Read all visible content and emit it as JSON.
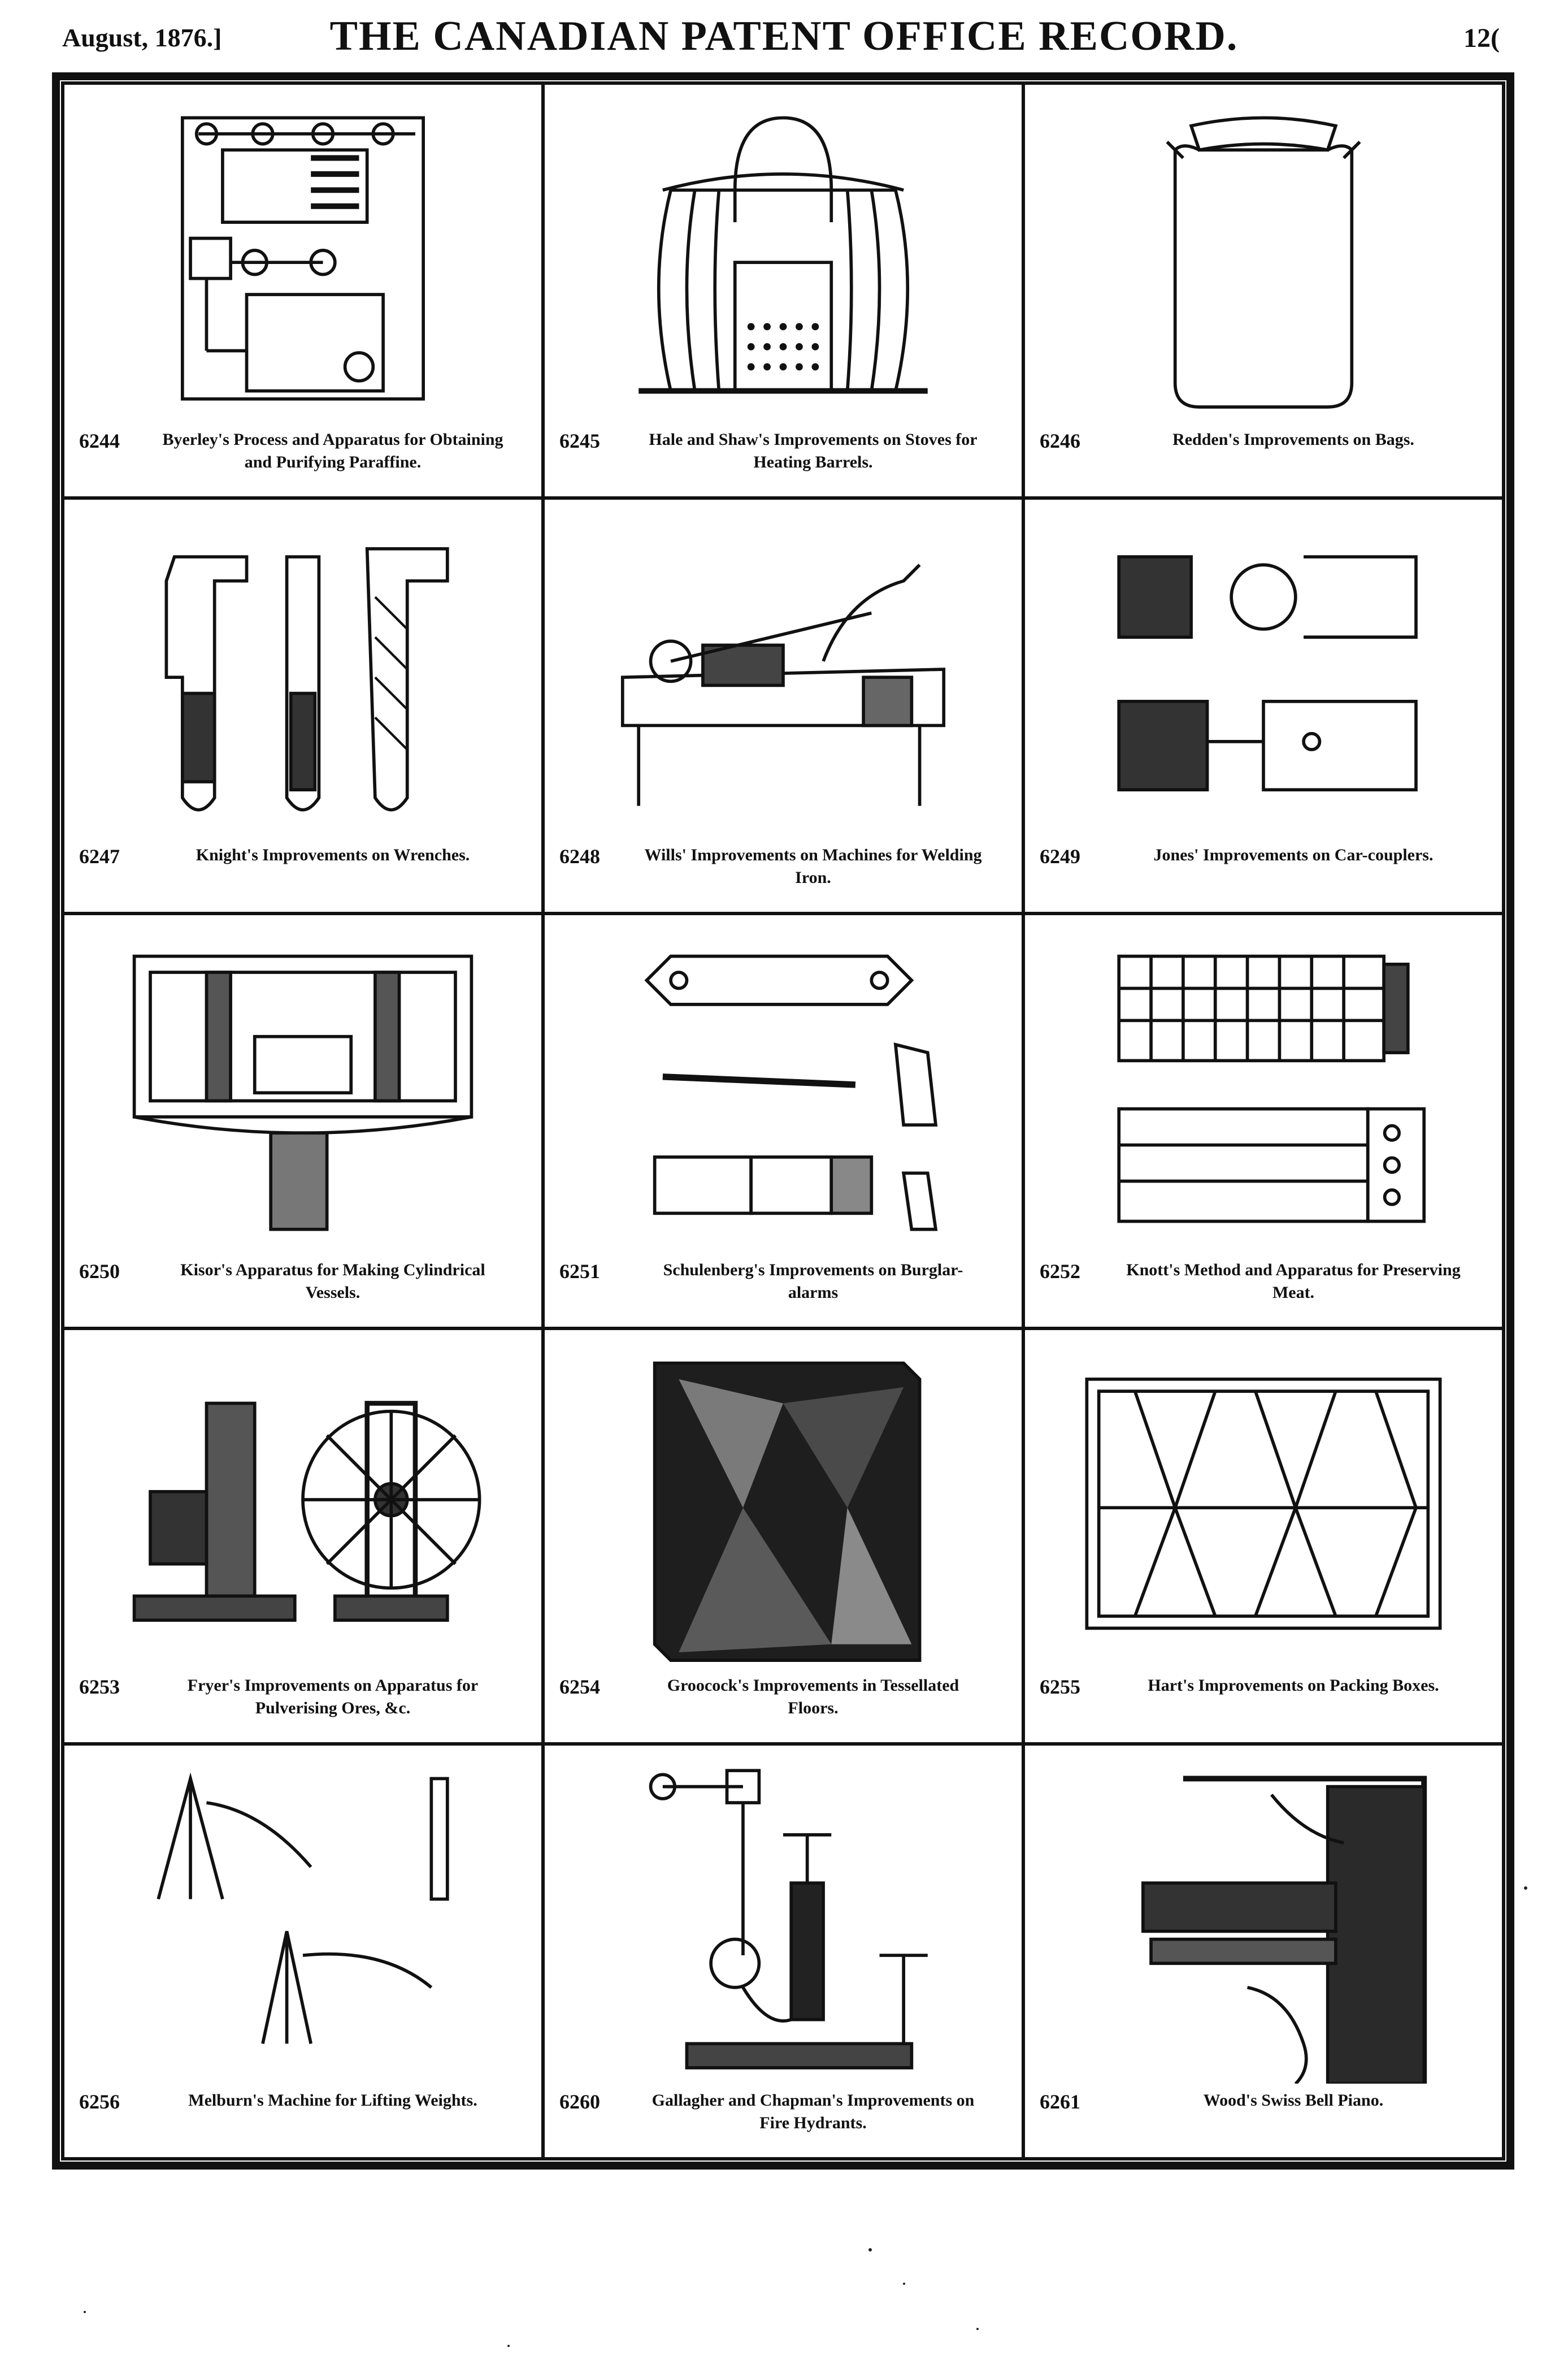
{
  "header": {
    "date": "August, 1876.]",
    "title": "THE CANADIAN PATENT OFFICE RECORD.",
    "page": "12("
  },
  "patents": [
    {
      "number": "6244",
      "title": "Byerley's Process and Apparatus for Obtaining and Purifying Paraffine."
    },
    {
      "number": "6245",
      "title": "Hale and Shaw's Improvements on Stoves for Heating Barrels."
    },
    {
      "number": "6246",
      "title": "Redden's Improvements on Bags."
    },
    {
      "number": "6247",
      "title": "Knight's Improvements on Wrenches."
    },
    {
      "number": "6248",
      "title": "Wills' Improvements on Machines for Welding Iron."
    },
    {
      "number": "6249",
      "title": "Jones' Improvements on Car-couplers."
    },
    {
      "number": "6250",
      "title": "Kisor's Apparatus for Making Cylindrical Vessels."
    },
    {
      "number": "6251",
      "title": "Schulenberg's Improvements on Burglar-alarms"
    },
    {
      "number": "6252",
      "title": "Knott's Method and Apparatus for Preserving Meat."
    },
    {
      "number": "6253",
      "title": "Fryer's Improvements on Apparatus for Pulverising Ores, &c."
    },
    {
      "number": "6254",
      "title": "Groocock's Improvements in Tessellated Floors."
    },
    {
      "number": "6255",
      "title": "Hart's Improvements on Packing Boxes."
    },
    {
      "number": "6256",
      "title": "Melburn's Machine for Lifting Weights."
    },
    {
      "number": "6260",
      "title": "Gallagher and Chapman's Improvements on Fire Hydrants."
    },
    {
      "number": "6261",
      "title": "Wood's Swiss Bell Piano."
    }
  ]
}
